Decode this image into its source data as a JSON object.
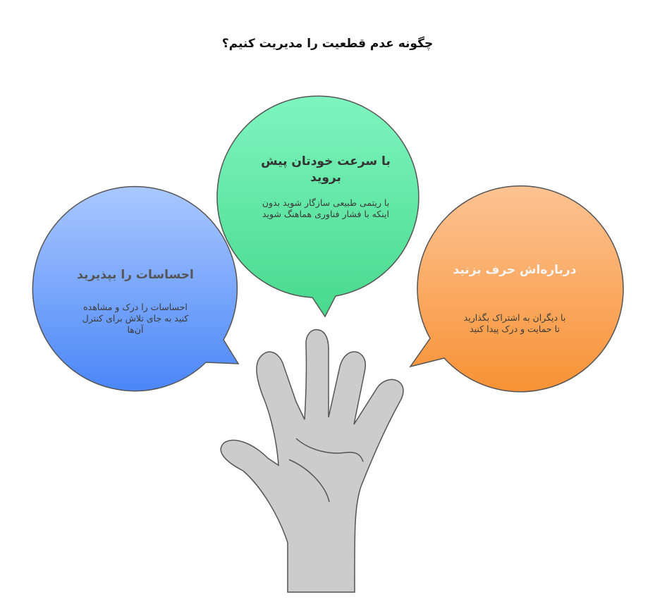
{
  "title": "چگونه عدم قطعیت را مدیریت کنیم؟",
  "bubbles": {
    "pace": {
      "heading": "با سرعت خودتان پیش بروید",
      "body": "با ریتمی طبیعی سازگار شوید بدون اینکه با فشار فناوری هماهنگ شوید",
      "color_top": "#7ef5bf",
      "color_bottom": "#48d98c",
      "heading_color": "#333333"
    },
    "accept": {
      "heading": "احساسات را بپذیرید",
      "body": "احساسات را درک و مشاهده کنید به جای تلاش برای کنترل آن‌ها",
      "color_top": "#a9c8ff",
      "color_bottom": "#4b86f7",
      "heading_color": "#555555"
    },
    "talk": {
      "heading": "درباره‌اش حرف بزنید",
      "body": "با دیگران به اشتراک بگذارید تا حمایت و درک پیدا کنید",
      "color_top": "#fdc393",
      "color_bottom": "#f79235",
      "heading_color": "#f6f6f6"
    }
  },
  "hand": {
    "fill": "#cccccc",
    "stroke": "#555555"
  }
}
